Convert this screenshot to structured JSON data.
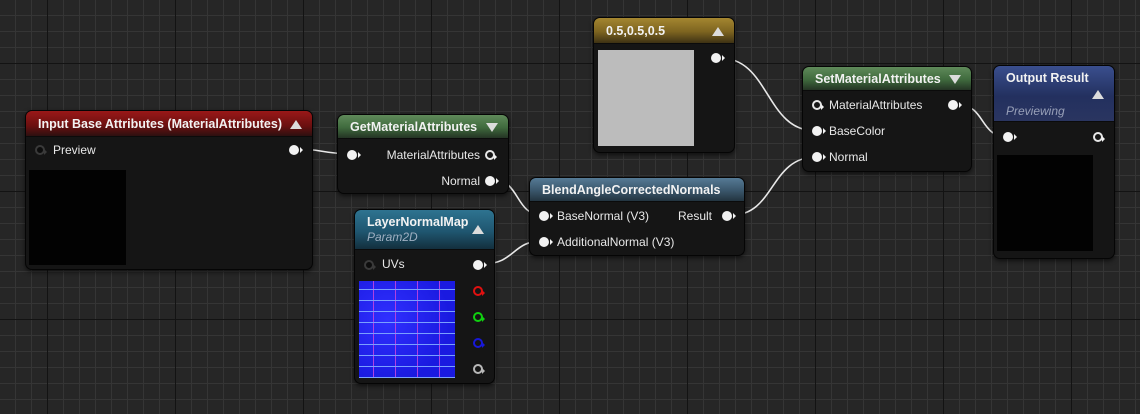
{
  "graph": {
    "background_color": "#262626",
    "wire_color": "#e8e8e8"
  },
  "nodes": {
    "input_base": {
      "title": "Input Base Attributes (MaterialAttributes)",
      "header_color": "#8a1414",
      "pins": {
        "preview_label": "Preview"
      },
      "collapse_icon": "triangle-up-icon"
    },
    "get_material_attributes": {
      "title": "GetMaterialAttributes",
      "header_color": "#4f7a4a",
      "inputs": [
        ""
      ],
      "outputs": [
        "MaterialAttributes",
        "Normal"
      ],
      "collapse_icon": "triangle-down-icon"
    },
    "layer_normal_map": {
      "title": "LayerNormalMap",
      "subtitle": "Param2D",
      "header_color": "#256580",
      "inputs": [
        "UVs"
      ],
      "output_channels": [
        "rgb",
        "r",
        "g",
        "b",
        "a"
      ],
      "channel_colors": [
        "#f2f2f2",
        "#e01010",
        "#10d010",
        "#1818d8",
        "#b8b8b8"
      ],
      "collapse_icon": "triangle-up-icon"
    },
    "blend_normals": {
      "title": "BlendAngleCorrectedNormals",
      "header_color": "#466a84",
      "inputs": [
        "BaseNormal (V3)",
        "AdditionalNormal (V3)"
      ],
      "outputs": [
        "Result"
      ]
    },
    "constant3": {
      "title": "0.5,0.5,0.5",
      "header_color": "#8d7428",
      "swatch_color": "#bcbcbc",
      "collapse_icon": "triangle-up-icon"
    },
    "set_material_attributes": {
      "title": "SetMaterialAttributes",
      "header_color": "#4f7a4a",
      "inputs": [
        "MaterialAttributes",
        "BaseColor",
        "Normal"
      ],
      "collapse_icon": "triangle-down-icon"
    },
    "output_result": {
      "title": "Output Result",
      "subtitle": "Previewing",
      "header_color": "#2c3a70",
      "collapse_icon": "triangle-up-icon"
    }
  }
}
